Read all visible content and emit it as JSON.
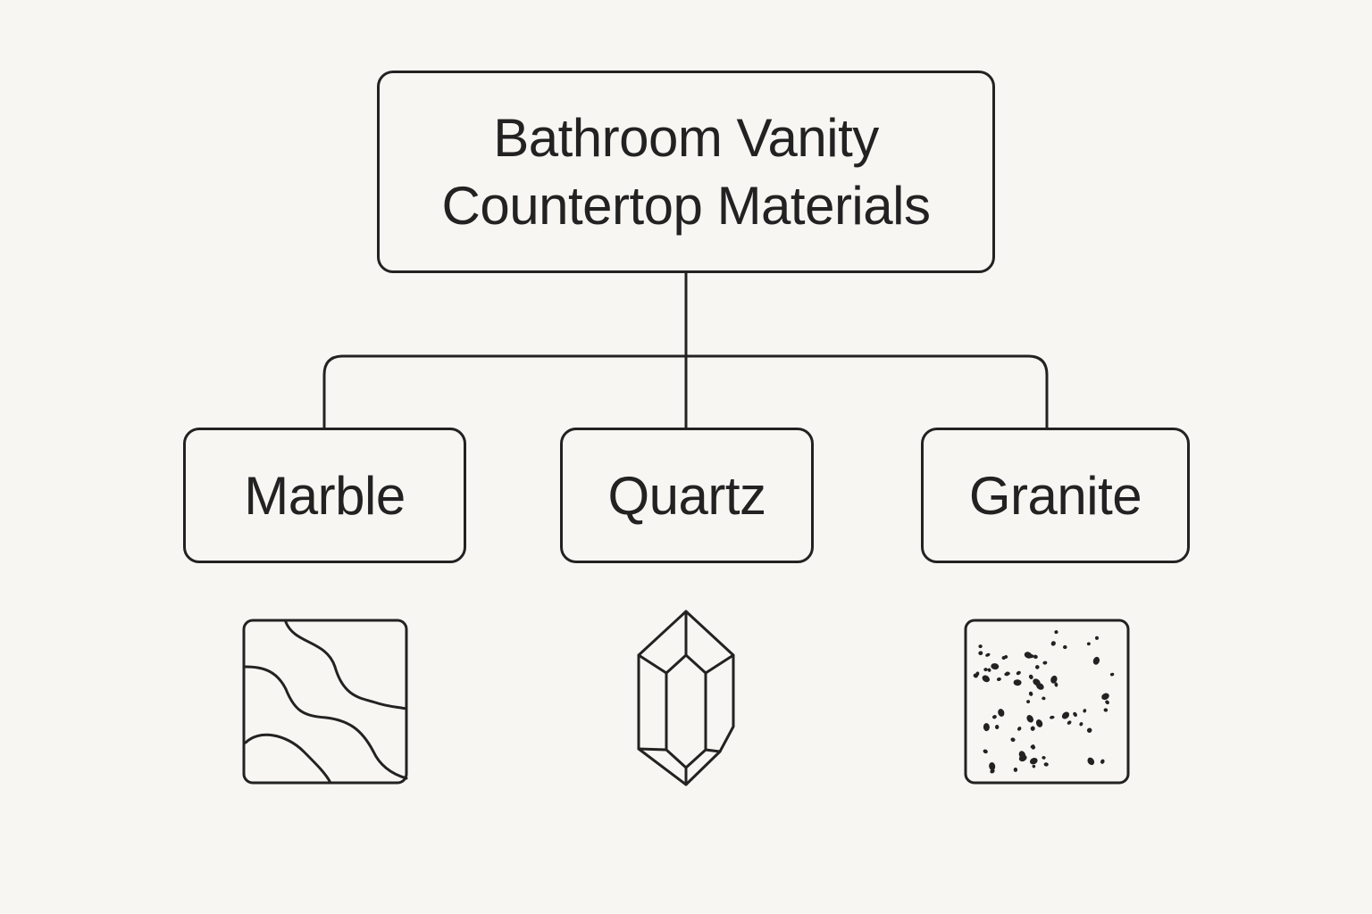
{
  "diagram": {
    "root": {
      "title": "Bathroom Vanity\nCountertop Materials"
    },
    "children": [
      {
        "key": "marble",
        "label": "Marble",
        "icon": "marble-veins-icon"
      },
      {
        "key": "quartz",
        "label": "Quartz",
        "icon": "quartz-crystal-icon"
      },
      {
        "key": "granite",
        "label": "Granite",
        "icon": "granite-speckles-icon"
      }
    ]
  },
  "colors": {
    "background": "#f8f6f2",
    "stroke": "#222222",
    "text": "#222222"
  }
}
